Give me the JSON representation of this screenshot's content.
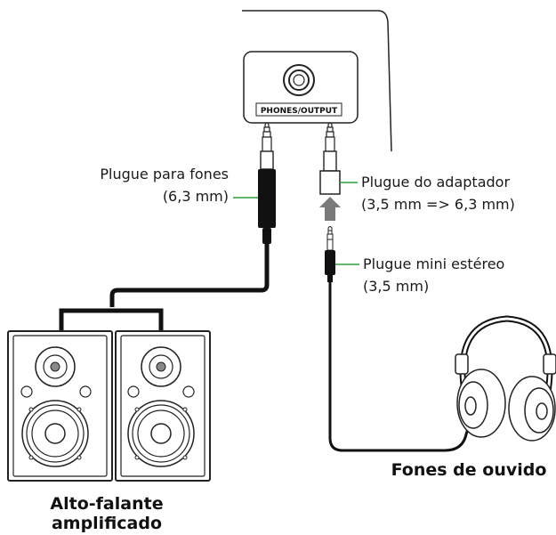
{
  "panel": {
    "jack_label": "PHONES/OUTPUT"
  },
  "labels": {
    "phone_plug_line1": "Plugue para fones",
    "phone_plug_line2": "(6,3 mm)",
    "adapter_line1": "Plugue do adaptador",
    "adapter_line2": "(3,5 mm => 6,3 mm)",
    "mini_plug_line1": "Plugue mini estéreo",
    "mini_plug_line2": "(3,5 mm)",
    "headphones": "Fones de ouvido",
    "speaker_line1": "Alto-falante",
    "speaker_line2": "amplificado"
  },
  "colors": {
    "leader_line": "#2e9e3e",
    "arrow": "#7a7a7a",
    "cable": "#111111"
  }
}
